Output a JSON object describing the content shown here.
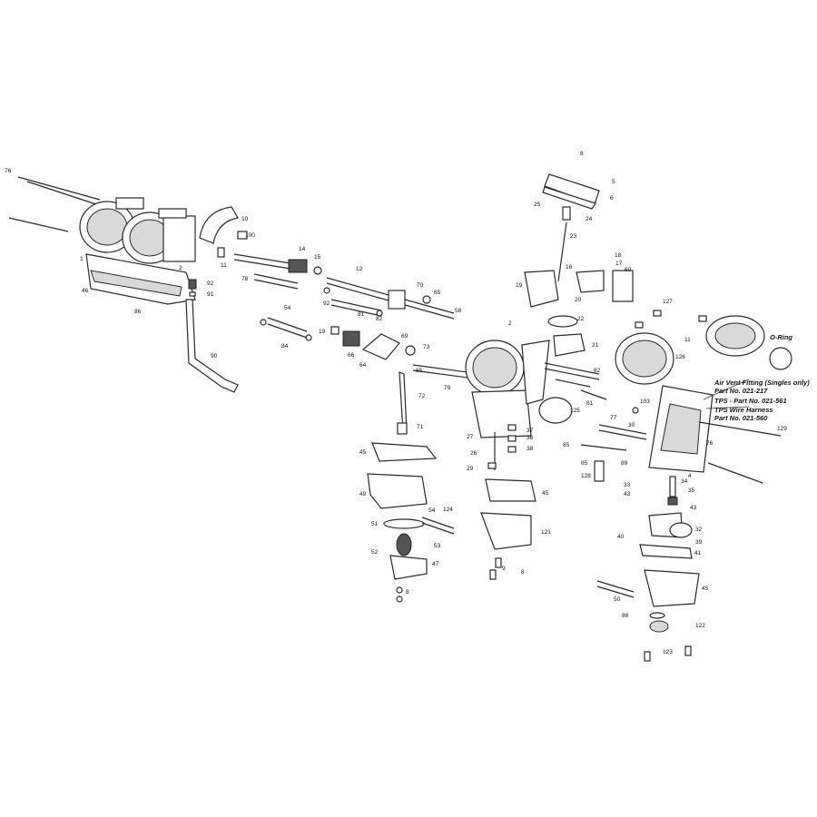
{
  "callouts": [
    "76",
    "1",
    "2",
    "46",
    "86",
    "92",
    "91",
    "90",
    "10",
    "100",
    "11",
    "78",
    "14",
    "15",
    "12",
    "70",
    "65",
    "58",
    "92",
    "82",
    "81",
    "54",
    "84",
    "19",
    "66",
    "64",
    "69",
    "73",
    "65",
    "72",
    "79",
    "71",
    "45",
    "49",
    "51",
    "52",
    "53",
    "47",
    "54",
    "124",
    "8",
    "9",
    "8",
    "6",
    "5",
    "25",
    "24",
    "23",
    "18",
    "17",
    "16",
    "60",
    "19",
    "20",
    "22",
    "21",
    "2",
    "82",
    "81",
    "126",
    "125",
    "37",
    "36",
    "38",
    "27",
    "26",
    "29",
    "45",
    "121",
    "8",
    "103",
    "30",
    "77",
    "85",
    "89",
    "85",
    "128",
    "127",
    "11",
    "129",
    "76",
    "4",
    "34",
    "35",
    "33",
    "43",
    "43",
    "32",
    "39",
    "40",
    "41",
    "45",
    "50",
    "88",
    "122",
    "123",
    "8"
  ],
  "annotations": {
    "o_ring": "O-Ring",
    "air_vent": "Air Vent Fitting (Singles only)",
    "air_vent_part": "Part No. 021-217",
    "tps": "TPS - Part No. 021-561",
    "tps_harness": "TPS Wire Harness",
    "tps_harness_part": "Part No. 021-560"
  }
}
